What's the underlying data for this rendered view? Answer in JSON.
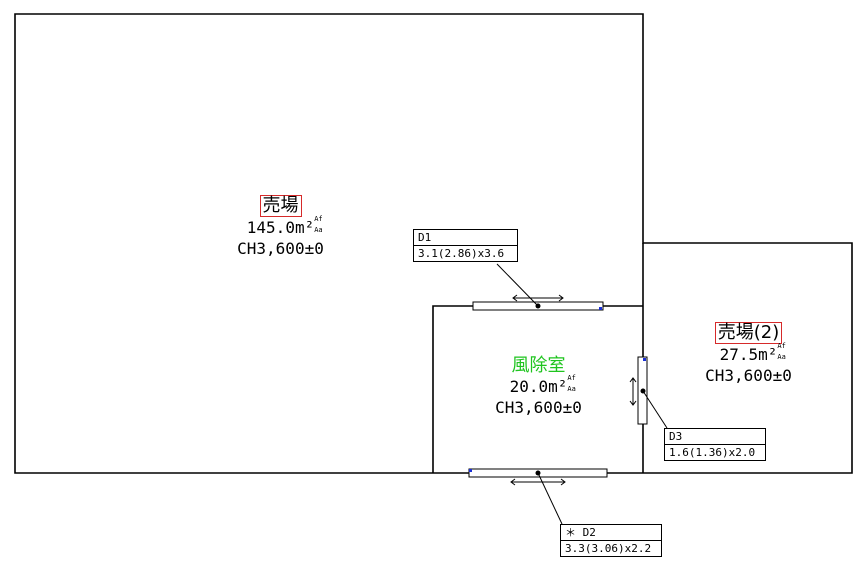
{
  "rooms": [
    {
      "name": "売場",
      "area": "145.0",
      "unit": "m²",
      "sup_top": "Af",
      "sup_bottom": "Aa",
      "height": "CH3,600±0",
      "name_style": "boxed"
    },
    {
      "name": "風除室",
      "area": "20.0",
      "unit": "m²",
      "sup_top": "Af",
      "sup_bottom": "Aa",
      "height": "CH3,600±0",
      "name_style": "green"
    },
    {
      "name": "売場(2)",
      "area": "27.5",
      "unit": "m²",
      "sup_top": "Af",
      "sup_bottom": "Aa",
      "height": "CH3,600±0",
      "name_style": "boxed"
    }
  ],
  "doors": [
    {
      "label": "D1",
      "size": "3.1(2.86)x3.6"
    },
    {
      "label": "D3",
      "size": "1.6(1.36)x2.0"
    },
    {
      "label": "＊ D2",
      "size": "3.3(3.06)x2.2"
    }
  ],
  "colors": {
    "wall": "#000000",
    "room_name_border": "#d62a2a",
    "vestibule_text": "#1fc41f",
    "door_marker": "#1a2fd6"
  }
}
